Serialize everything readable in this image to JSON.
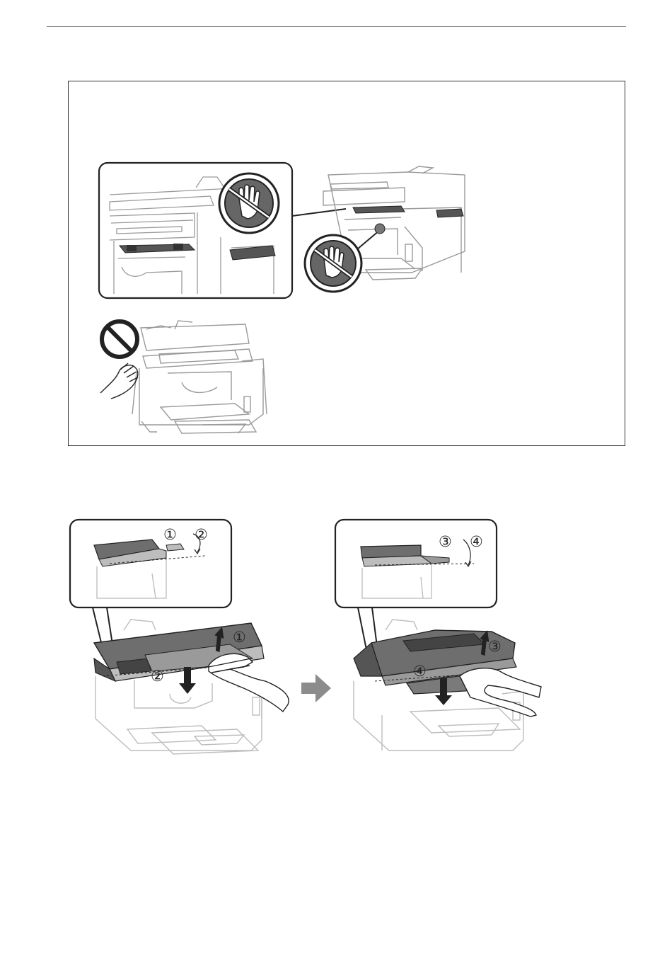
{
  "caution_illustration": {
    "prohibition_icons": [
      "no-touch-hand-icon",
      "no-touch-hand-icon",
      "prohibited-icon"
    ]
  },
  "step_illustrations": {
    "left": {
      "callout_labels": [
        "①",
        "②"
      ],
      "arrow_labels": [
        "①",
        "②"
      ]
    },
    "right": {
      "callout_labels": [
        "③",
        "④"
      ],
      "arrow_labels": [
        "③",
        "④"
      ]
    },
    "transition": "next-arrow-icon"
  },
  "colors": {
    "outline": "#222222",
    "light_gray": "#bdbdbd",
    "dark_gray": "#6e6e6e",
    "arrow_gray": "#8c8c8c"
  }
}
